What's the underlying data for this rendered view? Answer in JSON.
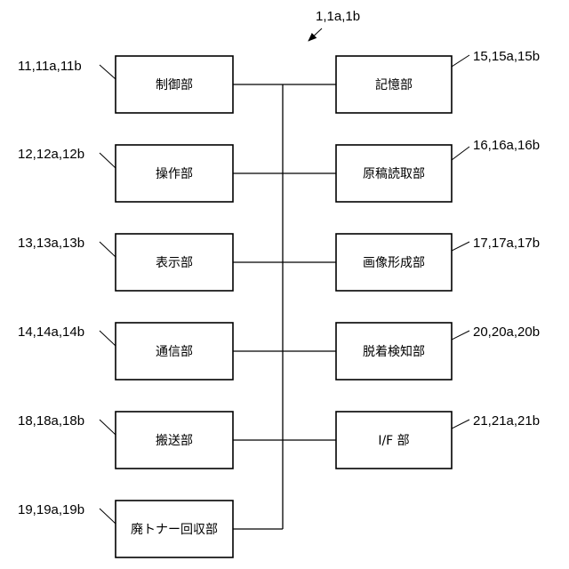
{
  "system_ref": "1,1a,1b",
  "left_blocks": [
    {
      "label": "制御部",
      "ref": "11,11a,11b"
    },
    {
      "label": "操作部",
      "ref": "12,12a,12b"
    },
    {
      "label": "表示部",
      "ref": "13,13a,13b"
    },
    {
      "label": "通信部",
      "ref": "14,14a,14b"
    },
    {
      "label": "搬送部",
      "ref": "18,18a,18b"
    },
    {
      "label": "廃トナー回収部",
      "ref": "19,19a,19b"
    }
  ],
  "right_blocks": [
    {
      "label": "記憶部",
      "ref": "15,15a,15b"
    },
    {
      "label": "原稿読取部",
      "ref": "16,16a,16b"
    },
    {
      "label": "画像形成部",
      "ref": "17,17a,17b"
    },
    {
      "label": "脱着検知部",
      "ref": "20,20a,20b"
    },
    {
      "label": "I/F 部",
      "ref": "21,21a,21b"
    }
  ]
}
